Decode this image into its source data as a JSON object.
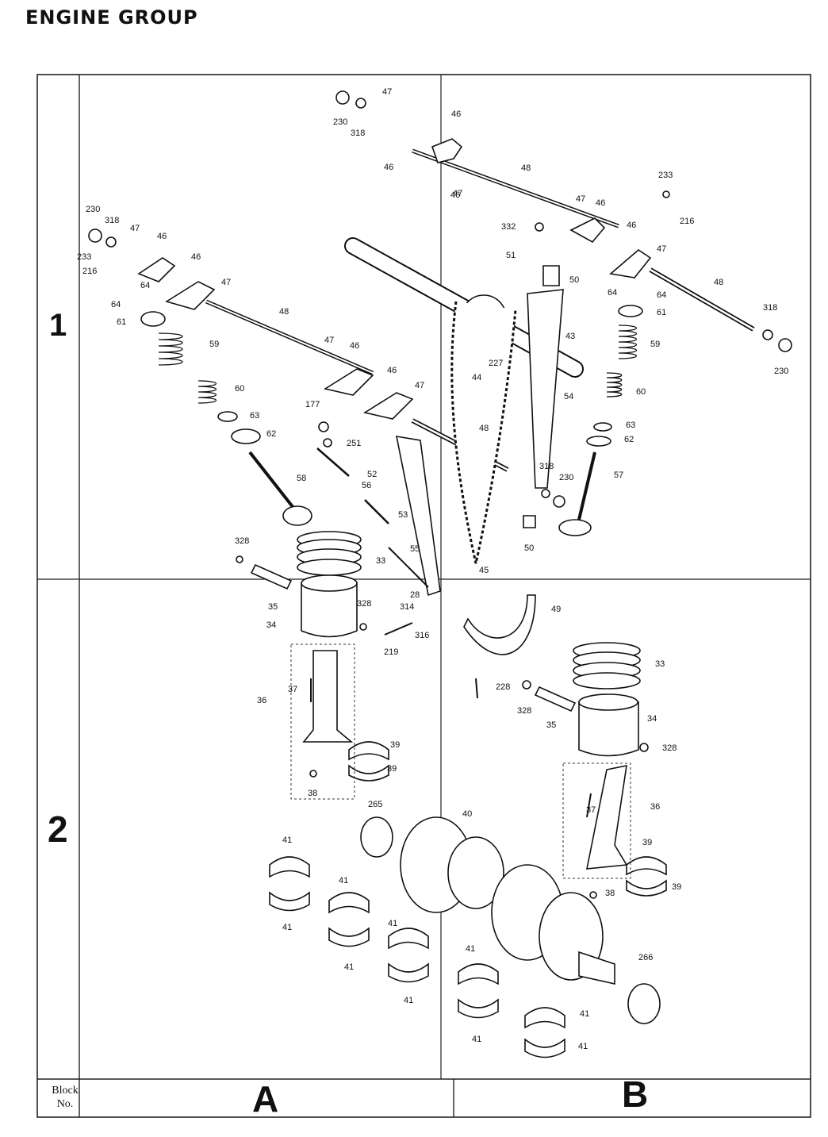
{
  "title": "ENGINE GROUP",
  "rows": [
    "1",
    "2"
  ],
  "columns": [
    "A",
    "B"
  ],
  "block_label": [
    "Block",
    "No."
  ],
  "parts": [
    {
      "id": "p230a",
      "label": "230"
    },
    {
      "id": "p318a",
      "label": "318"
    },
    {
      "id": "p47a",
      "label": "47"
    },
    {
      "id": "p46a",
      "label": "46"
    },
    {
      "id": "p46b",
      "label": "46"
    },
    {
      "id": "p46c",
      "label": "46"
    },
    {
      "id": "p47b",
      "label": "47"
    },
    {
      "id": "p48a",
      "label": "48"
    },
    {
      "id": "p233a",
      "label": "233"
    },
    {
      "id": "p216a",
      "label": "216"
    },
    {
      "id": "p47c",
      "label": "47"
    },
    {
      "id": "p46d",
      "label": "46"
    },
    {
      "id": "p332",
      "label": "332"
    },
    {
      "id": "p46e",
      "label": "46"
    },
    {
      "id": "p47d",
      "label": "47"
    },
    {
      "id": "p51",
      "label": "51"
    },
    {
      "id": "p50a",
      "label": "50"
    },
    {
      "id": "p48b",
      "label": "48"
    },
    {
      "id": "p64a",
      "label": "64"
    },
    {
      "id": "p64b",
      "label": "64"
    },
    {
      "id": "p61b",
      "label": "61"
    },
    {
      "id": "p318b",
      "label": "318"
    },
    {
      "id": "p230b",
      "label": "230"
    },
    {
      "id": "p43",
      "label": "43"
    },
    {
      "id": "p59b",
      "label": "59"
    },
    {
      "id": "p44",
      "label": "44"
    },
    {
      "id": "p227",
      "label": "227"
    },
    {
      "id": "p54",
      "label": "54"
    },
    {
      "id": "p60b",
      "label": "60"
    },
    {
      "id": "p63b",
      "label": "63"
    },
    {
      "id": "p62b",
      "label": "62"
    },
    {
      "id": "p57",
      "label": "57"
    },
    {
      "id": "p230c",
      "label": "230"
    },
    {
      "id": "p318c",
      "label": "318"
    },
    {
      "id": "p50b",
      "label": "50"
    },
    {
      "id": "p45",
      "label": "45"
    },
    {
      "id": "p48c",
      "label": "48"
    },
    {
      "id": "p47e",
      "label": "47"
    },
    {
      "id": "p46f",
      "label": "46"
    },
    {
      "id": "p230d",
      "label": "230"
    },
    {
      "id": "p318d",
      "label": "318"
    },
    {
      "id": "p47f",
      "label": "47"
    },
    {
      "id": "p46g",
      "label": "46"
    },
    {
      "id": "p233b",
      "label": "233"
    },
    {
      "id": "p216b",
      "label": "216"
    },
    {
      "id": "p64c",
      "label": "64"
    },
    {
      "id": "p64d",
      "label": "64"
    },
    {
      "id": "p61a",
      "label": "61"
    },
    {
      "id": "p46h",
      "label": "46"
    },
    {
      "id": "p47g",
      "label": "47"
    },
    {
      "id": "p48d",
      "label": "48"
    },
    {
      "id": "p59a",
      "label": "59"
    },
    {
      "id": "p47h",
      "label": "47"
    },
    {
      "id": "p46i",
      "label": "46"
    },
    {
      "id": "p177",
      "label": "177"
    },
    {
      "id": "p60a",
      "label": "60"
    },
    {
      "id": "p63a",
      "label": "63"
    },
    {
      "id": "p62a",
      "label": "62"
    },
    {
      "id": "p251",
      "label": "251"
    },
    {
      "id": "p52",
      "label": "52"
    },
    {
      "id": "p58",
      "label": "58"
    },
    {
      "id": "p56",
      "label": "56"
    },
    {
      "id": "p53",
      "label": "53"
    },
    {
      "id": "p55",
      "label": "55"
    },
    {
      "id": "p328a",
      "label": "328"
    },
    {
      "id": "p33a",
      "label": "33"
    },
    {
      "id": "p35a",
      "label": "35"
    },
    {
      "id": "p328b",
      "label": "328"
    },
    {
      "id": "p34a",
      "label": "34"
    },
    {
      "id": "p28",
      "label": "28"
    },
    {
      "id": "p314",
      "label": "314"
    },
    {
      "id": "p316",
      "label": "316"
    },
    {
      "id": "p219",
      "label": "219"
    },
    {
      "id": "p49",
      "label": "49"
    },
    {
      "id": "p36a",
      "label": "36"
    },
    {
      "id": "p37a",
      "label": "37"
    },
    {
      "id": "p39a",
      "label": "39"
    },
    {
      "id": "p39b",
      "label": "39"
    },
    {
      "id": "p38a",
      "label": "38"
    },
    {
      "id": "p228",
      "label": "228"
    },
    {
      "id": "p328c",
      "label": "328"
    },
    {
      "id": "p35b",
      "label": "35"
    },
    {
      "id": "p33b",
      "label": "33"
    },
    {
      "id": "p34b",
      "label": "34"
    },
    {
      "id": "p328d",
      "label": "328"
    },
    {
      "id": "p37b",
      "label": "37"
    },
    {
      "id": "p36b",
      "label": "36"
    },
    {
      "id": "p39c",
      "label": "39"
    },
    {
      "id": "p39d",
      "label": "39"
    },
    {
      "id": "p38b",
      "label": "38"
    },
    {
      "id": "p265",
      "label": "265"
    },
    {
      "id": "p40",
      "label": "40"
    },
    {
      "id": "p41a",
      "label": "41"
    },
    {
      "id": "p41b",
      "label": "41"
    },
    {
      "id": "p41c",
      "label": "41"
    },
    {
      "id": "p41d",
      "label": "41"
    },
    {
      "id": "p41e",
      "label": "41"
    },
    {
      "id": "p41f",
      "label": "41"
    },
    {
      "id": "p41g",
      "label": "41"
    },
    {
      "id": "p41h",
      "label": "41"
    },
    {
      "id": "p41i",
      "label": "41"
    },
    {
      "id": "p41j",
      "label": "41"
    },
    {
      "id": "p266",
      "label": "266"
    }
  ]
}
